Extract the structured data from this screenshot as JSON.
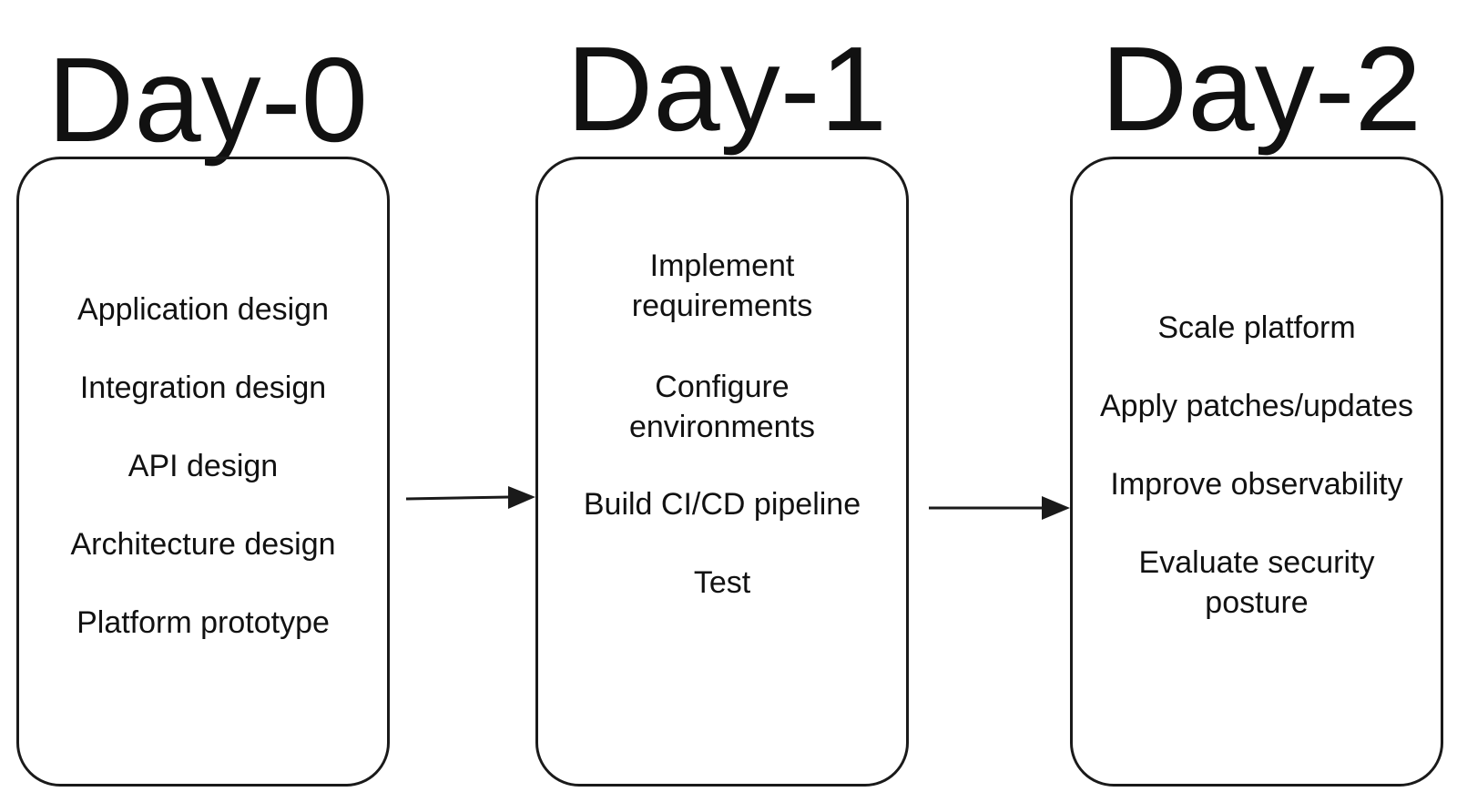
{
  "stages": [
    {
      "title": "Day-0",
      "items": [
        "Application design",
        "Integration design",
        "API design",
        "Architecture design",
        "Platform prototype"
      ]
    },
    {
      "title": "Day-1",
      "items": [
        "Implement requirements",
        "Configure environments",
        "Build CI/CD pipeline",
        "Test"
      ]
    },
    {
      "title": "Day-2",
      "items": [
        "Scale platform",
        "Apply patches/updates",
        "Improve observability",
        "Evaluate security posture"
      ]
    }
  ],
  "colors": {
    "line": "#1a1a1a",
    "text": "#111111",
    "background": "#ffffff"
  }
}
